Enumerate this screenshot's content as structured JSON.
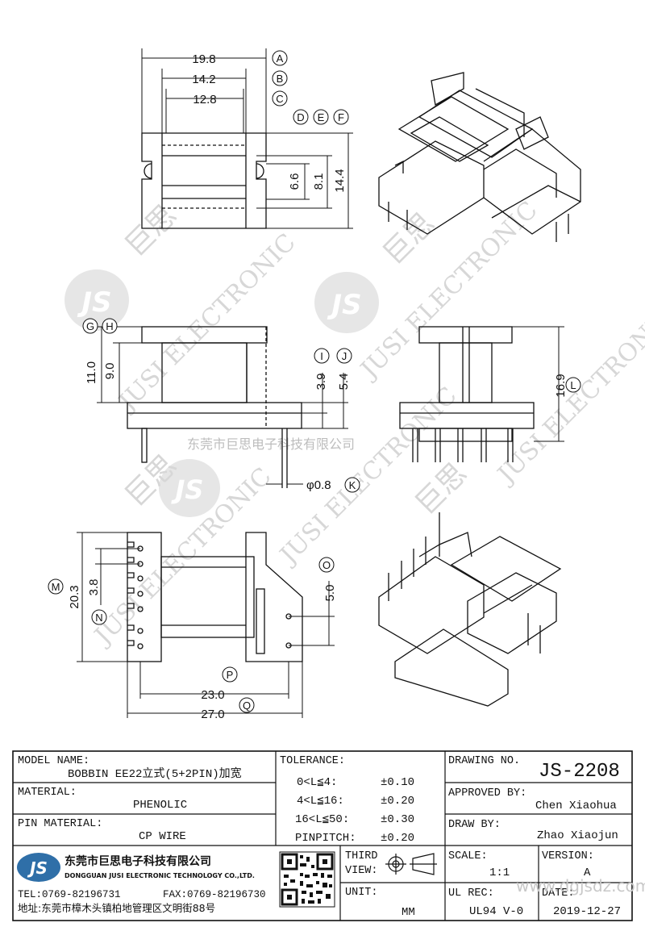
{
  "dimensions": {
    "top_view": [
      "19.8",
      "14.2",
      "12.8",
      "6.6",
      "8.1",
      "14.4"
    ],
    "side_view": [
      "11.0",
      "9.0",
      "3.9",
      "5.4"
    ],
    "front_view": [
      "16.9"
    ],
    "pin": "φ0.8",
    "bottom_view": [
      "20.3",
      "3.8",
      "5.0",
      "23.0",
      "27.0"
    ]
  },
  "callouts": [
    "A",
    "B",
    "C",
    "D",
    "E",
    "F",
    "G",
    "H",
    "I",
    "J",
    "K",
    "L",
    "M",
    "N",
    "O",
    "P",
    "Q"
  ],
  "watermark": {
    "logo": "JS",
    "brand": "JUSI ELECTRONIC",
    "chinese_brand": "巨思",
    "company_line": "东莞市巨思电子科技有限公司"
  },
  "title_block": {
    "model_name_label": "MODEL NAME:",
    "model_name": "BOBBIN EE22立式(5+2PIN)加宽",
    "material_label": "MATERIAL:",
    "material": "PHENOLIC",
    "pin_material_label": "PIN MATERIAL:",
    "pin_material": "CP WIRE",
    "tolerance_label": "TOLERANCE:",
    "tolerances": [
      {
        "range": "0<L≦4:",
        "value": "±0.10"
      },
      {
        "range": "4<L≦16:",
        "value": "±0.20"
      },
      {
        "range": "16<L≦50:",
        "value": "±0.30"
      },
      {
        "range": "PINPITCH:",
        "value": "±0.20"
      }
    ],
    "drawing_no_label": "DRAWING NO.",
    "drawing_no": "JS-2208",
    "approved_by_label": "APPROVED BY:",
    "approved_by": "Chen Xiaohua",
    "draw_by_label": "DRAW BY:",
    "draw_by": "Zhao Xiaojun",
    "company_logo": "JS",
    "company_cn": "东莞市巨思电子科技有限公司",
    "company_en": "DONGGUAN JUSI ELECTRONIC TECHNOLOGY CO.,LTD.",
    "tel": "TEL:0769-82196731",
    "fax": "FAX:0769-82196730",
    "address": "地址:东莞市樟木头镇柏地管理区文明街88号",
    "third_label": "THIRD",
    "view_label": "VIEW:",
    "unit_label": "UNIT:",
    "unit": "MM",
    "scale_label": "SCALE:",
    "scale": "1:1",
    "version_label": "VERSION:",
    "version": "A",
    "ul_rec_label": "UL REC:",
    "ul_rec": "UL94 V-0",
    "date_label": "DATE:",
    "date": "2019-12-27",
    "site_watermark": "www.dgjsdz.com"
  }
}
